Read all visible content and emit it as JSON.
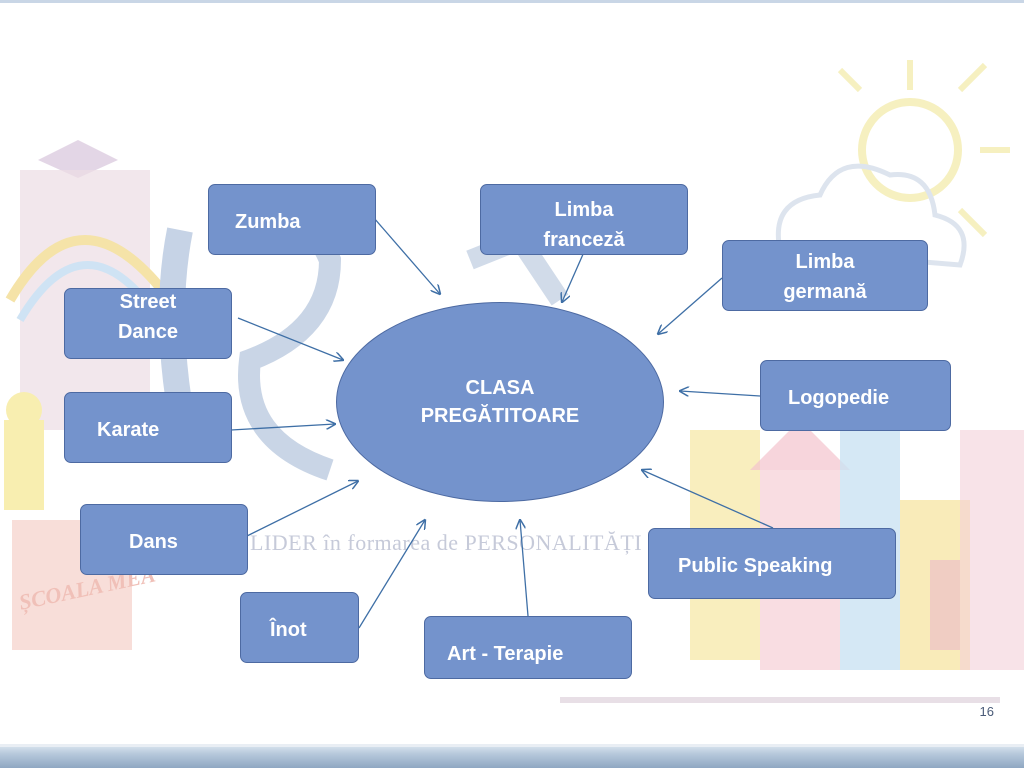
{
  "background": {
    "watermark_text": "LIDER în formarea de PERSONALITĂȚI",
    "logo_text": "ȘCOALA MEA"
  },
  "diagram": {
    "center": {
      "line1": "CLASA",
      "line2": "PREGĂTITOARE"
    },
    "nodes": {
      "zumba": "Zumba",
      "limba_franceza": {
        "line1": "Limba",
        "line2": "franceză"
      },
      "limba_germana": {
        "line1": "Limba",
        "line2": "germană"
      },
      "street_dance": {
        "line1": "Street",
        "line2": "Dance"
      },
      "logopedie": "Logopedie",
      "karate": "Karate",
      "dans": "Dans",
      "public_speaking": "Public Speaking",
      "inot": "Înot",
      "art_terapie": "Art - Terapie"
    }
  },
  "slide_number": "16",
  "colors": {
    "node_fill": "#7493cc",
    "node_border": "#4d6aa2",
    "arrow": "#3e6fa6"
  }
}
